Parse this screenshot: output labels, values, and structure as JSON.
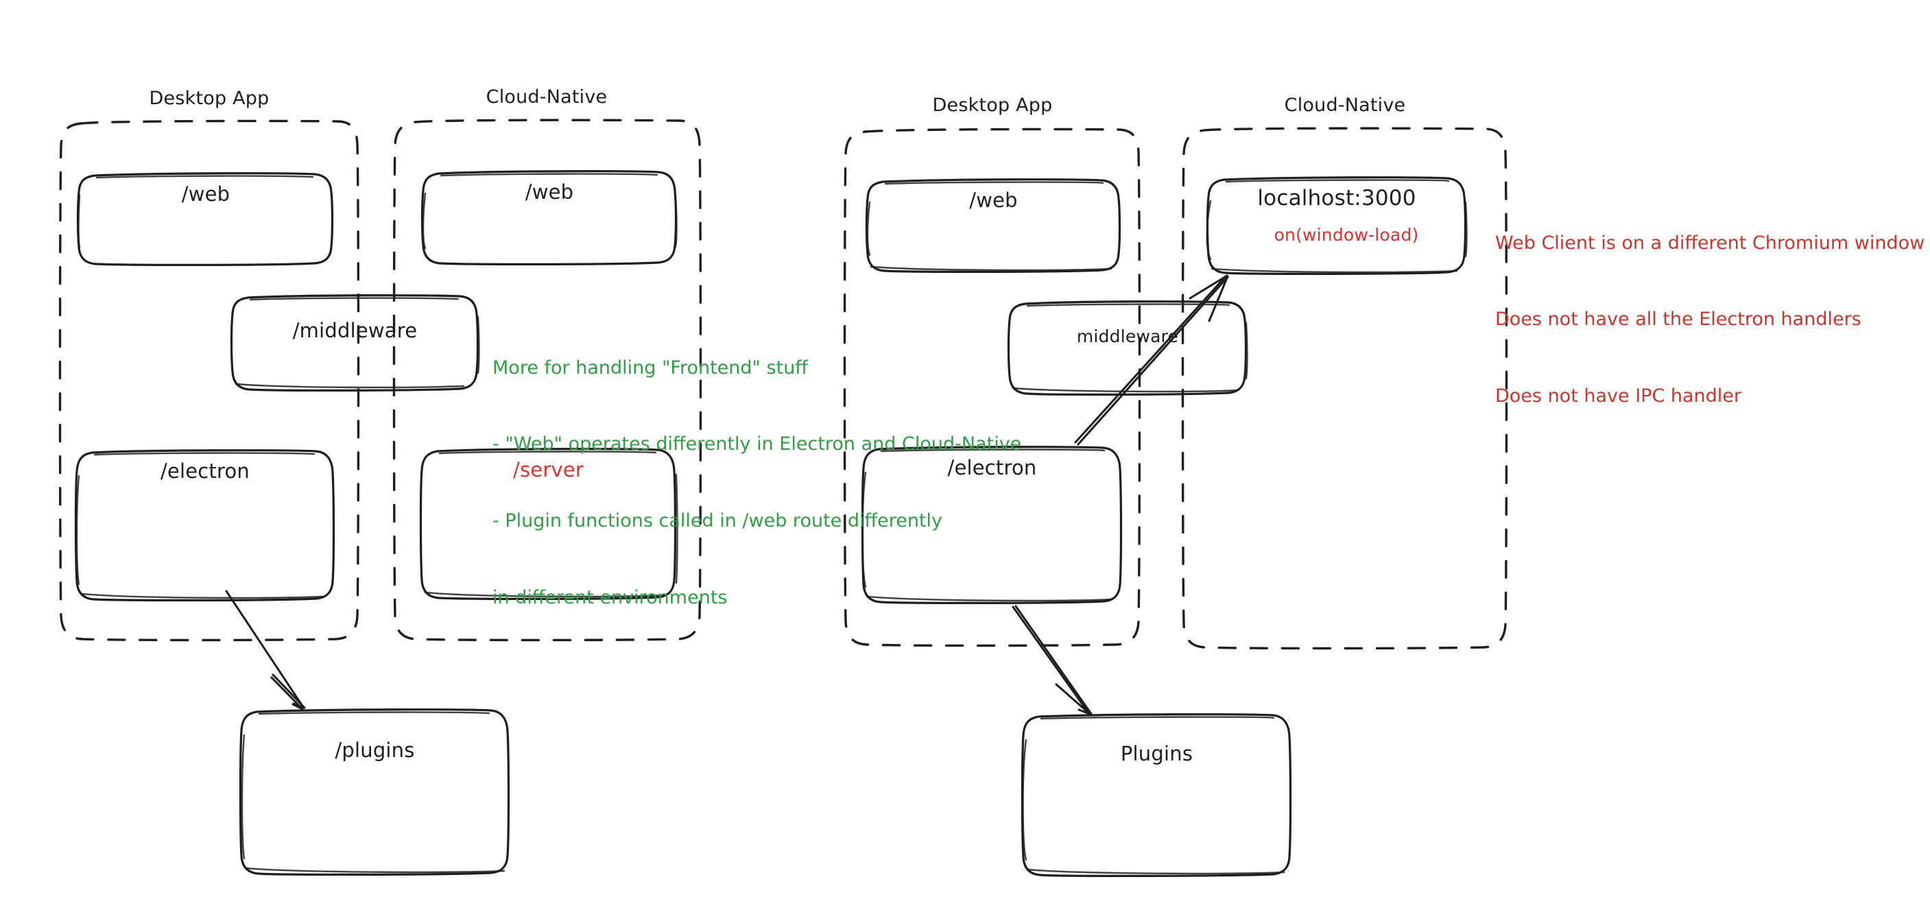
{
  "diagram": {
    "title": "Electron Desktop App vs Cloud-Native architecture sketch",
    "style": "hand-drawn",
    "background": "#ffffff",
    "colors": {
      "stroke": "#1e1e1e",
      "red": "#e03131",
      "red_note": "#c9352f",
      "green_note": "#2f9e44"
    }
  },
  "left_diagram": {
    "groups": [
      {
        "id": "left-desktop",
        "title": "Desktop App"
      },
      {
        "id": "left-cloud",
        "title": "Cloud-Native"
      }
    ],
    "nodes": [
      {
        "id": "left-desktop-web",
        "label": "/web",
        "color": "#1e1e1e"
      },
      {
        "id": "left-cloud-web",
        "label": "/web",
        "color": "#1e1e1e"
      },
      {
        "id": "left-middleware",
        "label": "/middleware",
        "color": "#1e1e1e"
      },
      {
        "id": "left-electron",
        "label": "/electron",
        "color": "#1e1e1e"
      },
      {
        "id": "left-server",
        "label": "/server",
        "color": "#e03131"
      },
      {
        "id": "left-plugins",
        "label": "/plugins",
        "color": "#1e1e1e"
      }
    ],
    "arrows": [
      {
        "id": "left-electron-to-plugins",
        "from": "/electron",
        "to": "/plugins"
      }
    ]
  },
  "right_diagram": {
    "groups": [
      {
        "id": "right-desktop",
        "title": "Desktop App"
      },
      {
        "id": "right-cloud",
        "title": "Cloud-Native"
      }
    ],
    "nodes": [
      {
        "id": "right-desktop-web",
        "label": "/web",
        "color": "#1e1e1e"
      },
      {
        "id": "right-localhost",
        "label": "localhost:3000",
        "color": "#1e1e1e"
      },
      {
        "id": "right-localhost-sub",
        "label": "on(window-load)",
        "color": "#e03131"
      },
      {
        "id": "right-middleware",
        "label": "middleware",
        "color": "#1e1e1e"
      },
      {
        "id": "right-electron",
        "label": "/electron",
        "color": "#1e1e1e"
      },
      {
        "id": "right-plugins",
        "label": "Plugins",
        "color": "#1e1e1e"
      }
    ],
    "arrows": [
      {
        "id": "right-electron-to-localhost",
        "from": "/electron",
        "to": "localhost:3000"
      },
      {
        "id": "right-electron-to-plugins",
        "from": "/electron",
        "to": "Plugins"
      }
    ]
  },
  "notes": {
    "green": {
      "color": "#2f9e44",
      "lines": [
        "More for handling \"Frontend\" stuff",
        "- \"Web\" operates differently in Electron and Cloud-Native",
        "- Plugin functions called in /web route differently",
        "in different environments"
      ]
    },
    "red": {
      "color": "#c9352f",
      "lines": [
        "Web Client is on a different Chromium window",
        "Does not have all the Electron handlers",
        "Does not have IPC handler"
      ]
    }
  }
}
